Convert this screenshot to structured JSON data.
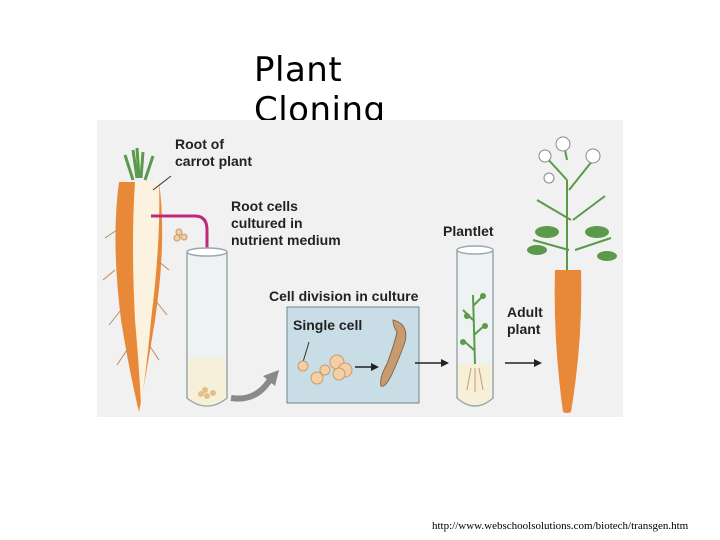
{
  "slide": {
    "title_line1": "Plant",
    "title_line2": "Cloning",
    "source_url": "http://www.webschoolsolutions.com/biotech/transgen.htm"
  },
  "diagram": {
    "labels": {
      "root_of_line1": "Root of",
      "root_of_line2": "carrot plant",
      "root_cells_line1": "Root cells",
      "root_cells_line2": "cultured in",
      "root_cells_line3": "nutrient medium",
      "cell_division": "Cell division in culture",
      "single_cell": "Single cell",
      "plantlet": "Plantlet",
      "adult_line1": "Adult",
      "adult_line2": "plant"
    },
    "colors": {
      "background": "#f1f1f1",
      "carrot_orange": "#e8893a",
      "carrot_core": "#fbf3df",
      "leaf_green": "#5a9a4a",
      "arrow_magenta": "#c0287e",
      "culture_box": "#c9dde6",
      "tube_glass": "#eef2f3",
      "tube_liquid": "#f6f0d8",
      "cell_color": "#f4cfa4",
      "tissue_color": "#c89a70"
    }
  }
}
